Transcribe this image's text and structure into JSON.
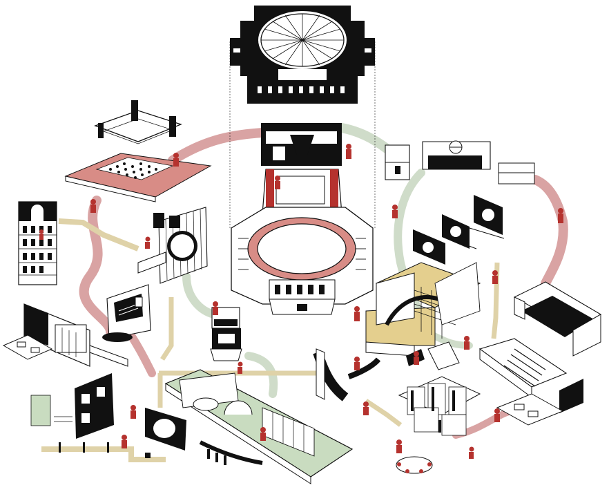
{
  "diagram": {
    "kind": "axonometric illustration",
    "labels": []
  },
  "palette": {
    "ink": "#111111",
    "paper": "#ffffff",
    "red_path": "#d9a3a3",
    "red_figure": "#b5322e",
    "sage_path": "#cfdcc9",
    "sage_floor": "#c9dcc0",
    "ochre_path": "#dfd2a8",
    "ochre_floor": "#e4cf8e",
    "salmon_floor": "#d88c86"
  },
  "icons": [
    "opera-house-plan",
    "opera-house-axonometric",
    "stage-rig",
    "seating-platform",
    "tower-building",
    "performer-figure"
  ]
}
